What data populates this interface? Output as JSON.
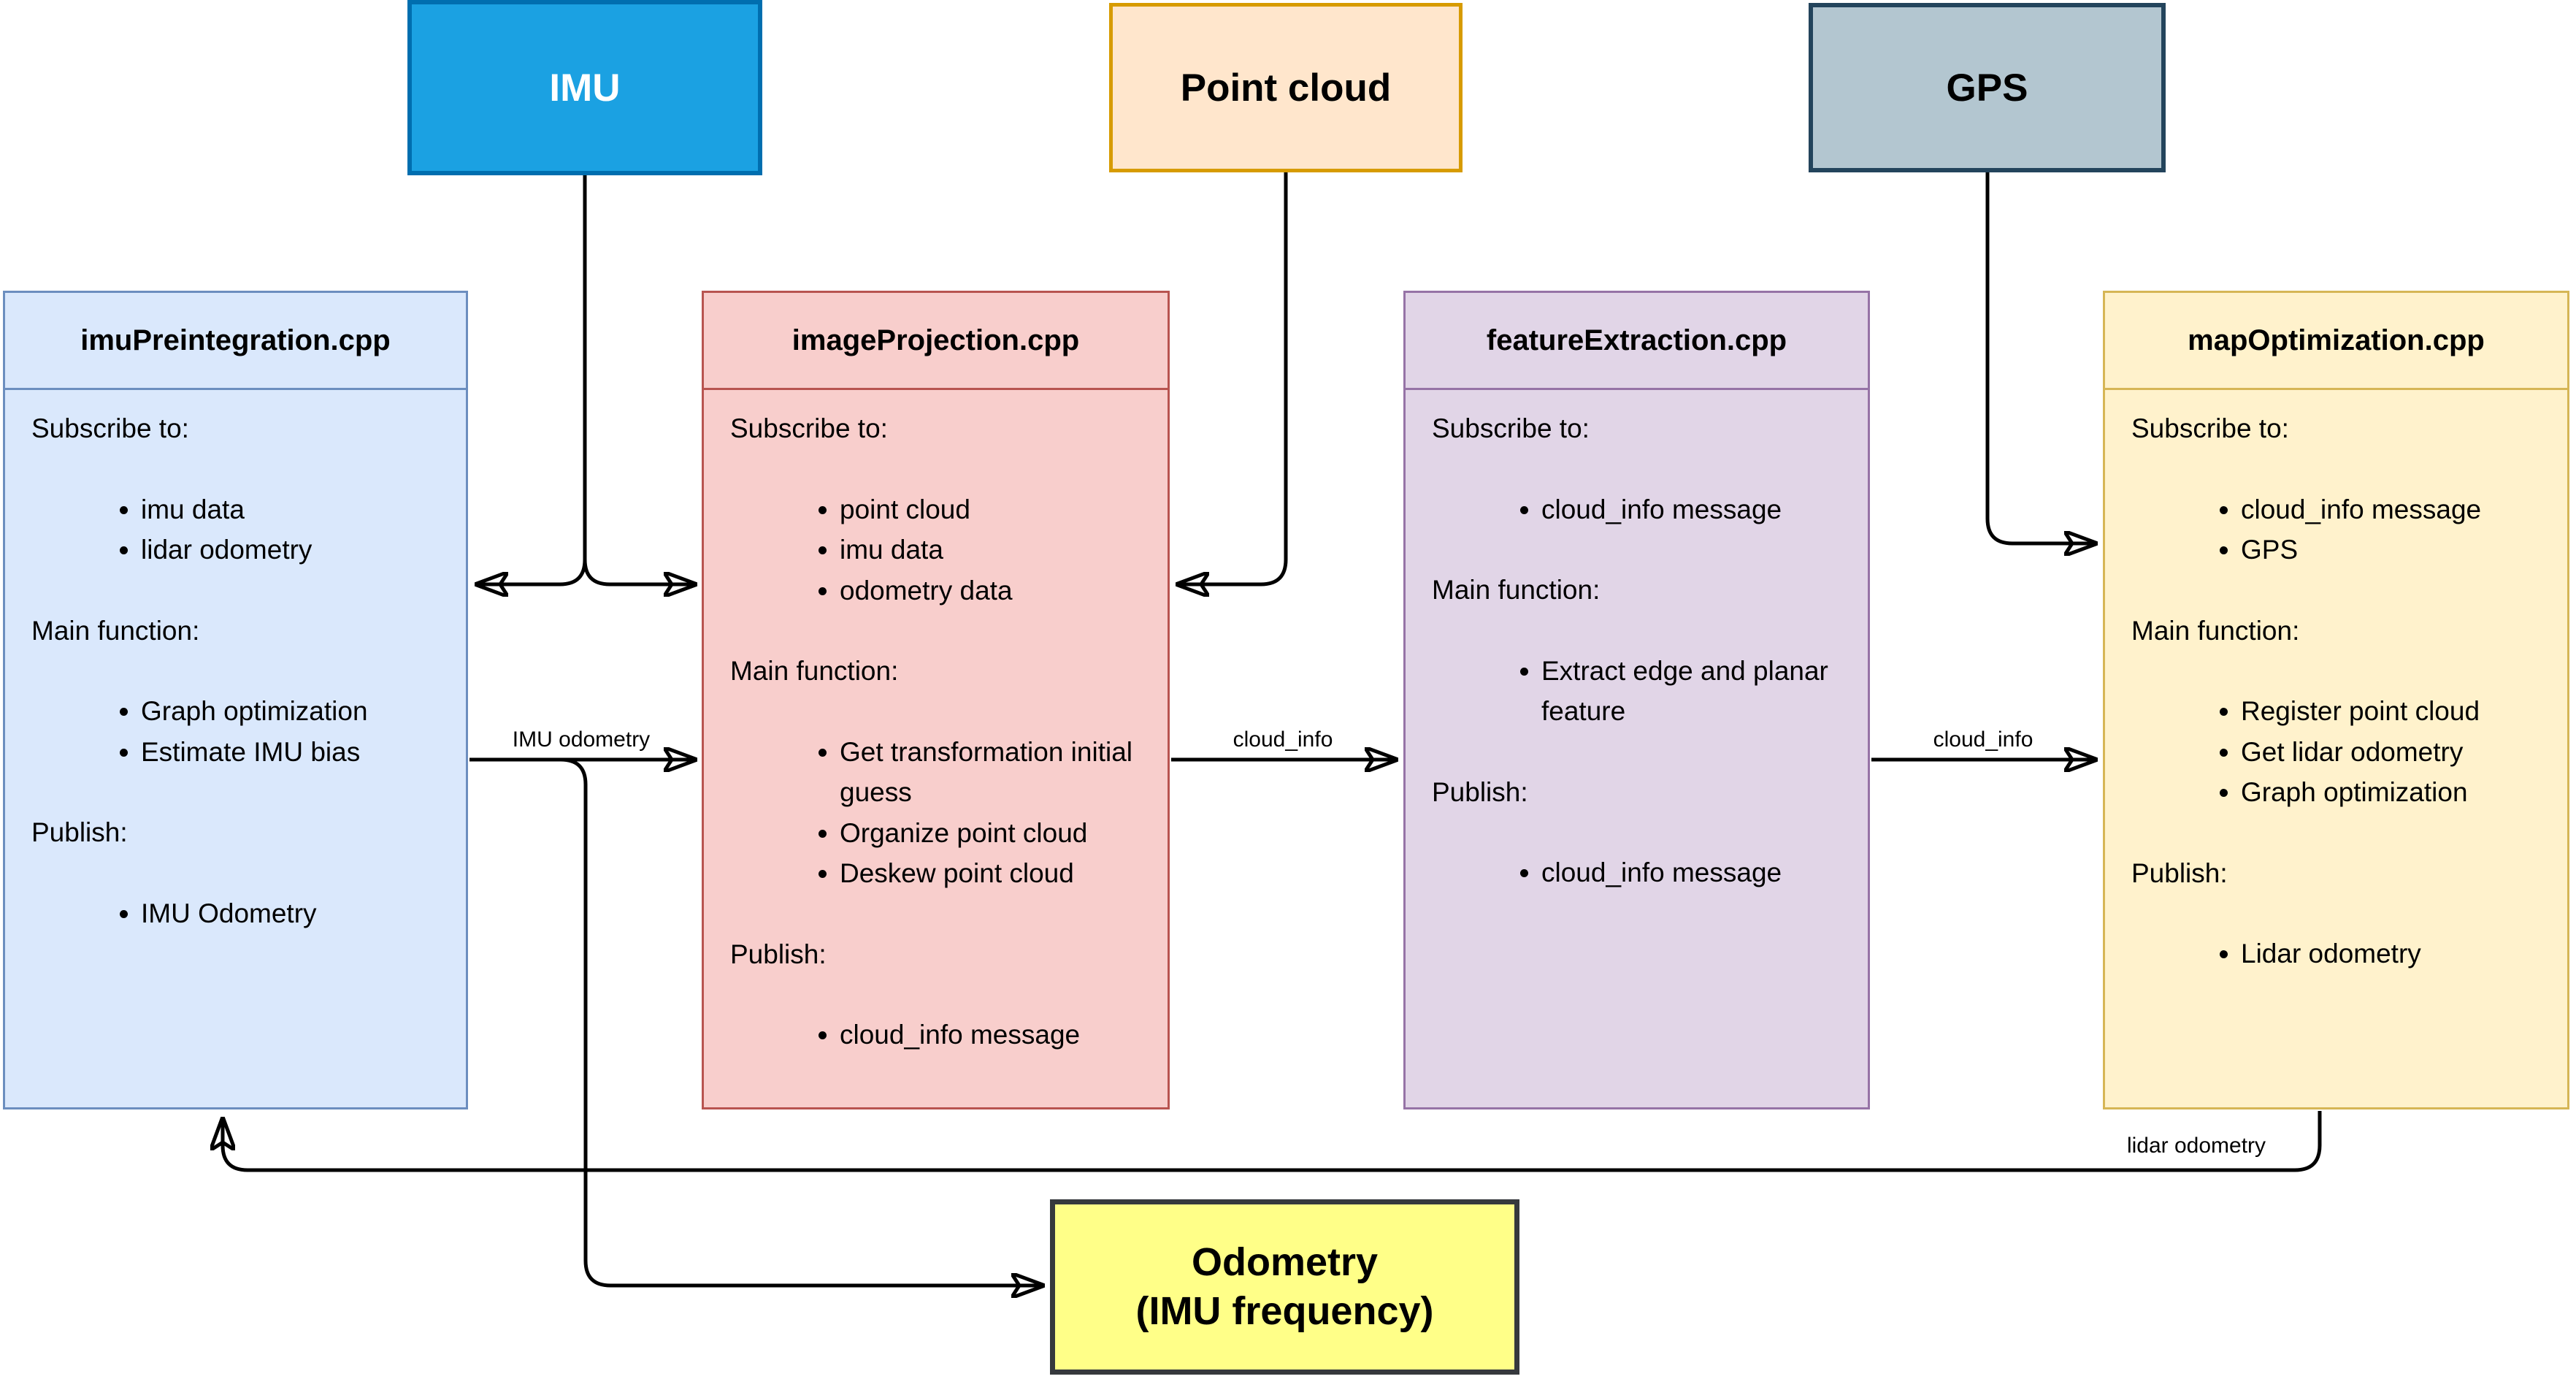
{
  "sources": {
    "imu": {
      "label": "IMU",
      "fill": "#1BA1E2",
      "stroke": "#006EAF",
      "text_color": "#FFFFFF"
    },
    "point_cloud": {
      "label": "Point cloud",
      "fill": "#FFE6CC",
      "stroke": "#D79B00",
      "text_color": "#000000"
    },
    "gps": {
      "label": "GPS",
      "fill": "#B3C6D0",
      "stroke": "#23445C",
      "text_color": "#000000"
    }
  },
  "modules": [
    {
      "title": "imuPreintegration.cpp",
      "fill": "#DAE8FC",
      "stroke": "#6C8EBF",
      "sections": [
        {
          "heading": "Subscribe to:",
          "items": [
            "imu data",
            "lidar odometry"
          ]
        },
        {
          "heading": "Main function:",
          "items": [
            "Graph optimization",
            "Estimate IMU bias"
          ]
        },
        {
          "heading": "Publish:",
          "items": [
            "IMU Odometry"
          ]
        }
      ]
    },
    {
      "title": "imageProjection.cpp",
      "fill": "#F8CECC",
      "stroke": "#B85450",
      "sections": [
        {
          "heading": "Subscribe to:",
          "items": [
            "point cloud",
            "imu data",
            "odometry data"
          ]
        },
        {
          "heading": "Main function:",
          "items": [
            "Get transformation initial guess",
            "Organize point cloud",
            "Deskew point cloud"
          ]
        },
        {
          "heading": "Publish:",
          "items": [
            "cloud_info message"
          ]
        }
      ]
    },
    {
      "title": "featureExtraction.cpp",
      "fill": "#E1D5E7",
      "stroke": "#9673A6",
      "sections": [
        {
          "heading": "Subscribe to:",
          "items": [
            "cloud_info message"
          ]
        },
        {
          "heading": "Main function:",
          "items": [
            "Extract edge and planar feature"
          ]
        },
        {
          "heading": "Publish:",
          "items": [
            "cloud_info message"
          ]
        }
      ]
    },
    {
      "title": "mapOptimization.cpp",
      "fill": "#FFF2CC",
      "stroke": "#D6B656",
      "sections": [
        {
          "heading": "Subscribe to:",
          "items": [
            "cloud_info message",
            "GPS"
          ]
        },
        {
          "heading": "Main function:",
          "items": [
            "Register point cloud",
            "Get lidar odometry",
            "Graph optimization"
          ]
        },
        {
          "heading": "Publish:",
          "items": [
            "Lidar odometry"
          ]
        }
      ]
    }
  ],
  "sink": {
    "label_line1": "Odometry",
    "label_line2": "(IMU frequency)",
    "fill": "#FFFF88",
    "stroke": "#36393D"
  },
  "edge_labels": {
    "imu_odometry": "IMU odometry",
    "cloud_info_1": "cloud_info",
    "cloud_info_2": "cloud_info",
    "lidar_odometry": "lidar odometry"
  },
  "edges": [
    {
      "from": "IMU",
      "to": "imuPreintegration.cpp",
      "label": ""
    },
    {
      "from": "IMU",
      "to": "imageProjection.cpp",
      "label": ""
    },
    {
      "from": "Point cloud",
      "to": "imageProjection.cpp",
      "label": ""
    },
    {
      "from": "GPS",
      "to": "mapOptimization.cpp",
      "label": ""
    },
    {
      "from": "imuPreintegration.cpp",
      "to": "imageProjection.cpp",
      "label": "IMU odometry"
    },
    {
      "from": "imuPreintegration.cpp",
      "to": "Odometry (IMU frequency)",
      "label": "IMU odometry"
    },
    {
      "from": "imageProjection.cpp",
      "to": "featureExtraction.cpp",
      "label": "cloud_info"
    },
    {
      "from": "featureExtraction.cpp",
      "to": "mapOptimization.cpp",
      "label": "cloud_info"
    },
    {
      "from": "mapOptimization.cpp",
      "to": "imuPreintegration.cpp",
      "label": "lidar odometry"
    }
  ]
}
